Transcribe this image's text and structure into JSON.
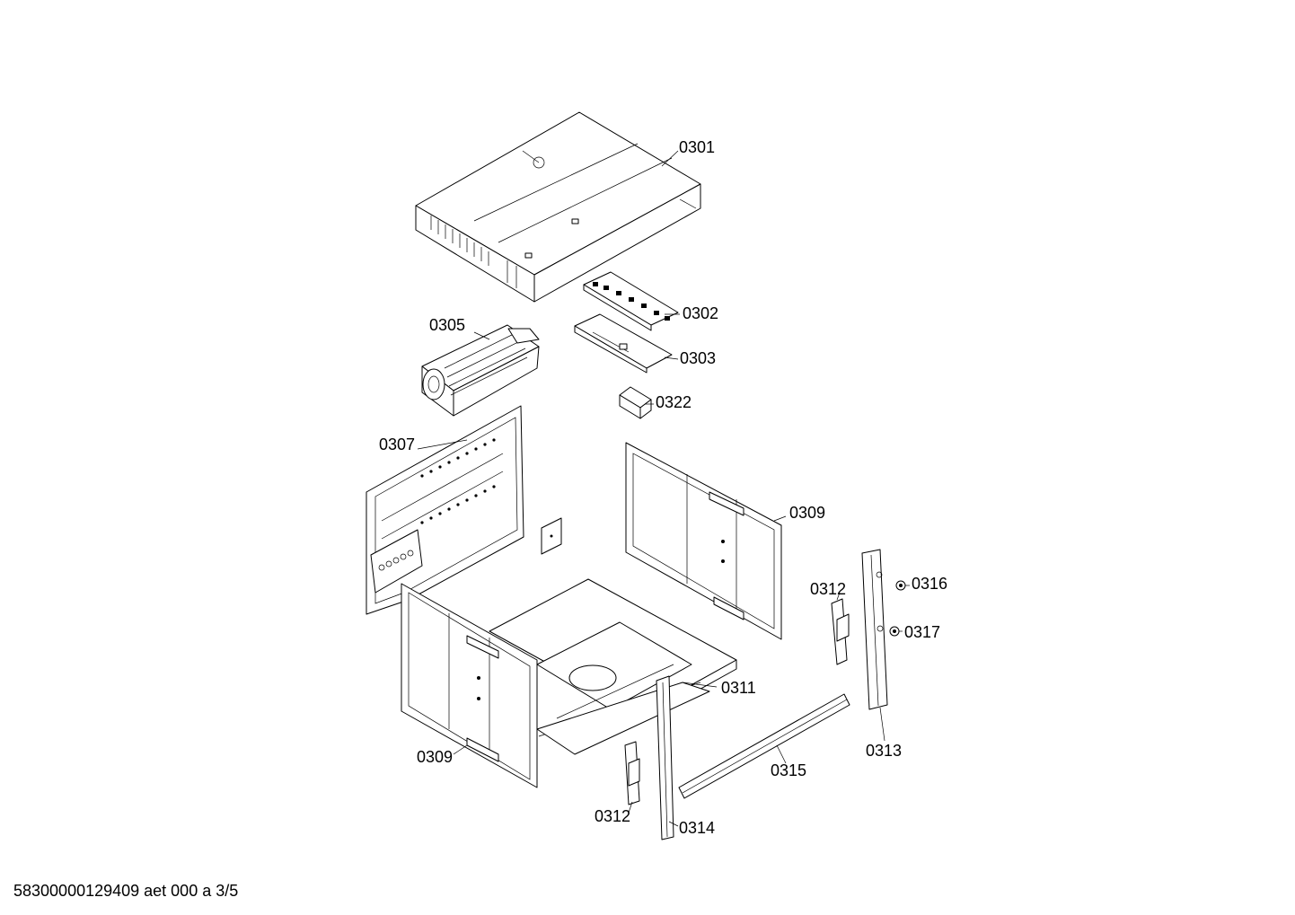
{
  "labels": {
    "p0301": "0301",
    "p0302": "0302",
    "p0303": "0303",
    "p0305": "0305",
    "p0322": "0322",
    "p0307": "0307",
    "p0309_right": "0309",
    "p0309_left": "0309",
    "p0311": "0311",
    "p0312_right": "0312",
    "p0312_bottom": "0312",
    "p0313": "0313",
    "p0314": "0314",
    "p0315": "0315",
    "p0316": "0316",
    "p0317": "0317"
  },
  "footer": "58300000129409 aet 000 a 3/5"
}
